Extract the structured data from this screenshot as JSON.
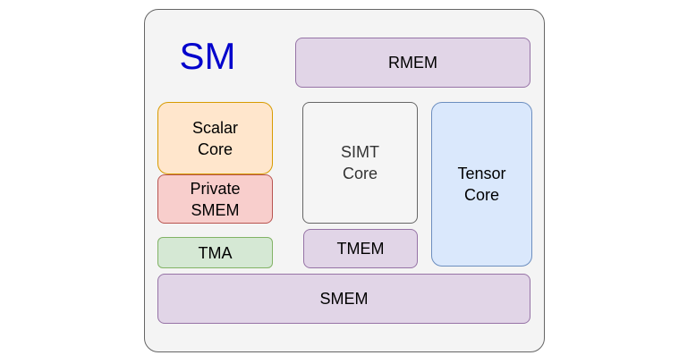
{
  "diagram": {
    "container": {
      "title": "SM",
      "title_color": "#0000cc"
    },
    "blocks": {
      "rmem": {
        "label": "RMEM",
        "fill": "#e1d5e7",
        "stroke": "#9673a6"
      },
      "scalar": {
        "label": "Scalar\nCore",
        "fill": "#ffe6cc",
        "stroke": "#d79b00"
      },
      "psmem": {
        "label": "Private\nSMEM",
        "fill": "#f8cecc",
        "stroke": "#b85450"
      },
      "tma": {
        "label": "TMA",
        "fill": "#d5e8d4",
        "stroke": "#82b366"
      },
      "simt": {
        "label": "SIMT\nCore",
        "fill": "#f5f5f5",
        "stroke": "#666666"
      },
      "tmem": {
        "label": "TMEM",
        "fill": "#e1d5e7",
        "stroke": "#9673a6"
      },
      "tensor": {
        "label": "Tensor\nCore",
        "fill": "#dae8fc",
        "stroke": "#6c8ebf"
      },
      "smem": {
        "label": "SMEM",
        "fill": "#e1d5e7",
        "stroke": "#9673a6"
      }
    }
  }
}
